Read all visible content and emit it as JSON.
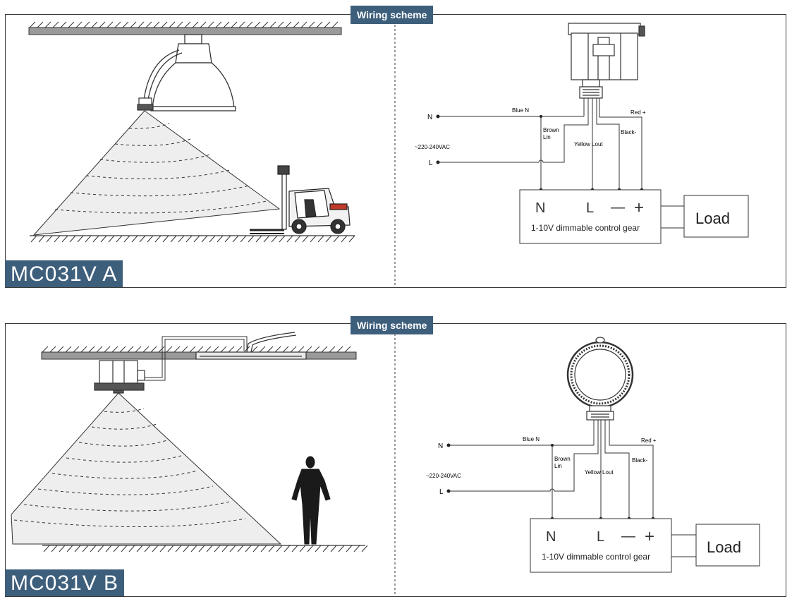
{
  "panels": [
    {
      "model_name": "MC031V  A",
      "tab_label": "Wiring scheme",
      "wiring": {
        "terminal_n": "N",
        "terminal_l": "L",
        "voltage": "~220-240VAC",
        "wire_blue": "Blue N",
        "wire_brown": "Brown\nLin",
        "wire_yellow": "Yellow Lout",
        "wire_black": "Black-",
        "wire_red": "Red +",
        "gear_n": "N",
        "gear_l": "L",
        "gear_minus": "—",
        "gear_plus": "+",
        "gear_label": "1-10V dimmable control gear",
        "load_label": "Load"
      }
    },
    {
      "model_name": "MC031V  B",
      "tab_label": "Wiring scheme",
      "wiring": {
        "terminal_n": "N",
        "terminal_l": "L",
        "voltage": "~220-240VAC",
        "wire_blue": "Blue N",
        "wire_brown": "Brown\nLin",
        "wire_yellow": "Yellow Lout",
        "wire_black": "Black-",
        "wire_red": "Red +",
        "gear_n": "N",
        "gear_l": "L",
        "gear_minus": "—",
        "gear_plus": "+",
        "gear_label": "1-10V dimmable control gear",
        "load_label": "Load"
      }
    }
  ],
  "colors": {
    "tab_background": "#3e5f7c",
    "line": "#333333",
    "detection_fill": "#eeeeee"
  }
}
